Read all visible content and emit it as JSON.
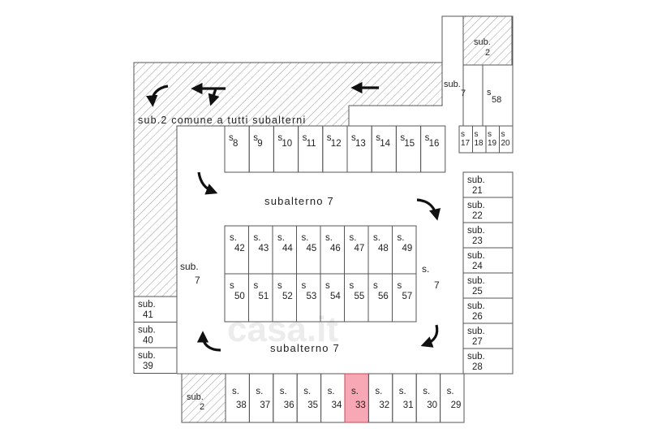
{
  "colors": {
    "line": "#555555",
    "hatch": "#888888",
    "highlight": "#f7a8b4",
    "highlight_stroke": "#cc4455"
  },
  "labels": {
    "common_strip": "sub.2 comune a tutti subalterni",
    "center_top": "subalterno 7",
    "center_bottom": "subalterno 7",
    "sub2_top": [
      "sub.",
      "2"
    ],
    "sub2_bottom": [
      "sub.",
      "2"
    ],
    "sub7_topright": [
      "sub.",
      "7"
    ],
    "s58": [
      "s",
      "58"
    ],
    "sub7_left": [
      "sub.",
      "7"
    ],
    "sub7_right": [
      "s.",
      "7"
    ],
    "watermark": "casa.it"
  },
  "top_row": [
    "8",
    "9",
    "10",
    "11",
    "12",
    "13",
    "14",
    "15",
    "16"
  ],
  "small_row": [
    "17",
    "18",
    "19",
    "20"
  ],
  "middle_upper": [
    "42",
    "43",
    "44",
    "45",
    "46",
    "47",
    "48",
    "49"
  ],
  "middle_lower": [
    "50",
    "51",
    "52",
    "53",
    "54",
    "55",
    "56",
    "57"
  ],
  "right_column": [
    "21",
    "22",
    "23",
    "24",
    "25",
    "26",
    "27",
    "28"
  ],
  "left_column": [
    "41",
    "40",
    "39"
  ],
  "bottom_row": [
    "38",
    "37",
    "36",
    "35",
    "34",
    "33",
    "32",
    "31",
    "30",
    "29"
  ],
  "highlighted_space": "33",
  "space_prefix": "s",
  "space_prefix_dot": "s.",
  "sub_prefix": "sub.",
  "icons": [
    "arrow-left-icon",
    "turn-icon",
    "curve-arrow-icon"
  ]
}
